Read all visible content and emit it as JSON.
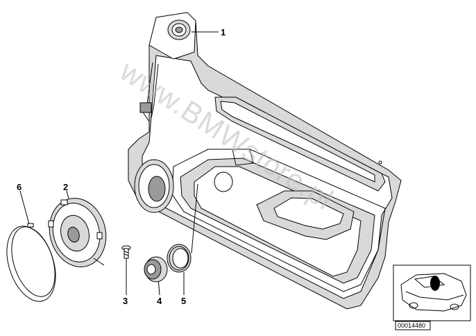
{
  "diagram": {
    "watermark": "www.BMWstore.pl",
    "reference_code": "00014480",
    "callouts": [
      {
        "id": "1",
        "label": "1"
      },
      {
        "id": "2",
        "label": "2"
      },
      {
        "id": "3",
        "label": "3"
      },
      {
        "id": "4",
        "label": "4"
      },
      {
        "id": "5",
        "label": "5"
      },
      {
        "id": "6",
        "label": "6"
      }
    ]
  }
}
